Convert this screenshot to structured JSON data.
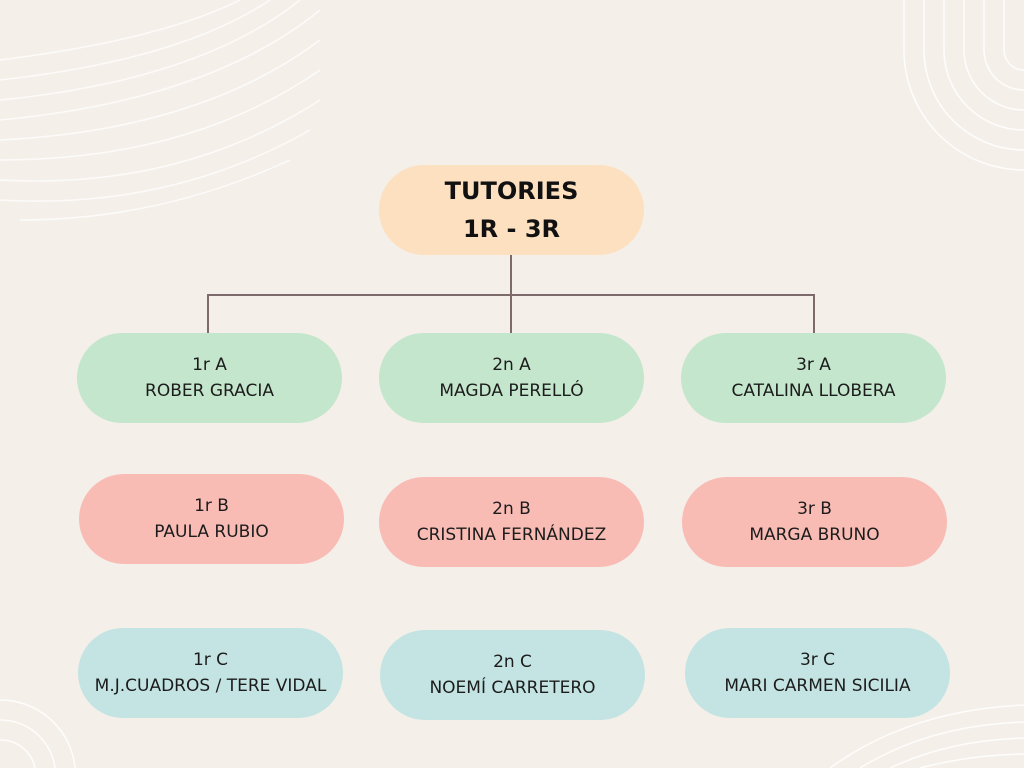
{
  "title": {
    "line1": "TUTORIES",
    "line2": "1R - 3R",
    "color": "#fde0c0"
  },
  "colors": {
    "background": "#f4efe9",
    "row_a": "#c4e6cc",
    "row_b": "#f9bcb5",
    "row_c": "#c3e4e2",
    "connector": "#7d6a6a"
  },
  "groups": [
    {
      "name": "1r A",
      "tutor": "ROBER GRACIA"
    },
    {
      "name": "2n A",
      "tutor": "MAGDA PERELLÓ"
    },
    {
      "name": "3r A",
      "tutor": "CATALINA LLOBERA"
    },
    {
      "name": "1r B",
      "tutor": "PAULA RUBIO"
    },
    {
      "name": "2n B",
      "tutor": "CRISTINA FERNÁNDEZ"
    },
    {
      "name": "3r B",
      "tutor": "MARGA BRUNO"
    },
    {
      "name": "1r C",
      "tutor": "M.J.CUADROS / TERE VIDAL"
    },
    {
      "name": "2n C",
      "tutor": "NOEMÍ CARRETERO"
    },
    {
      "name": "3r C",
      "tutor": "MARI CARMEN SICILIA"
    }
  ]
}
